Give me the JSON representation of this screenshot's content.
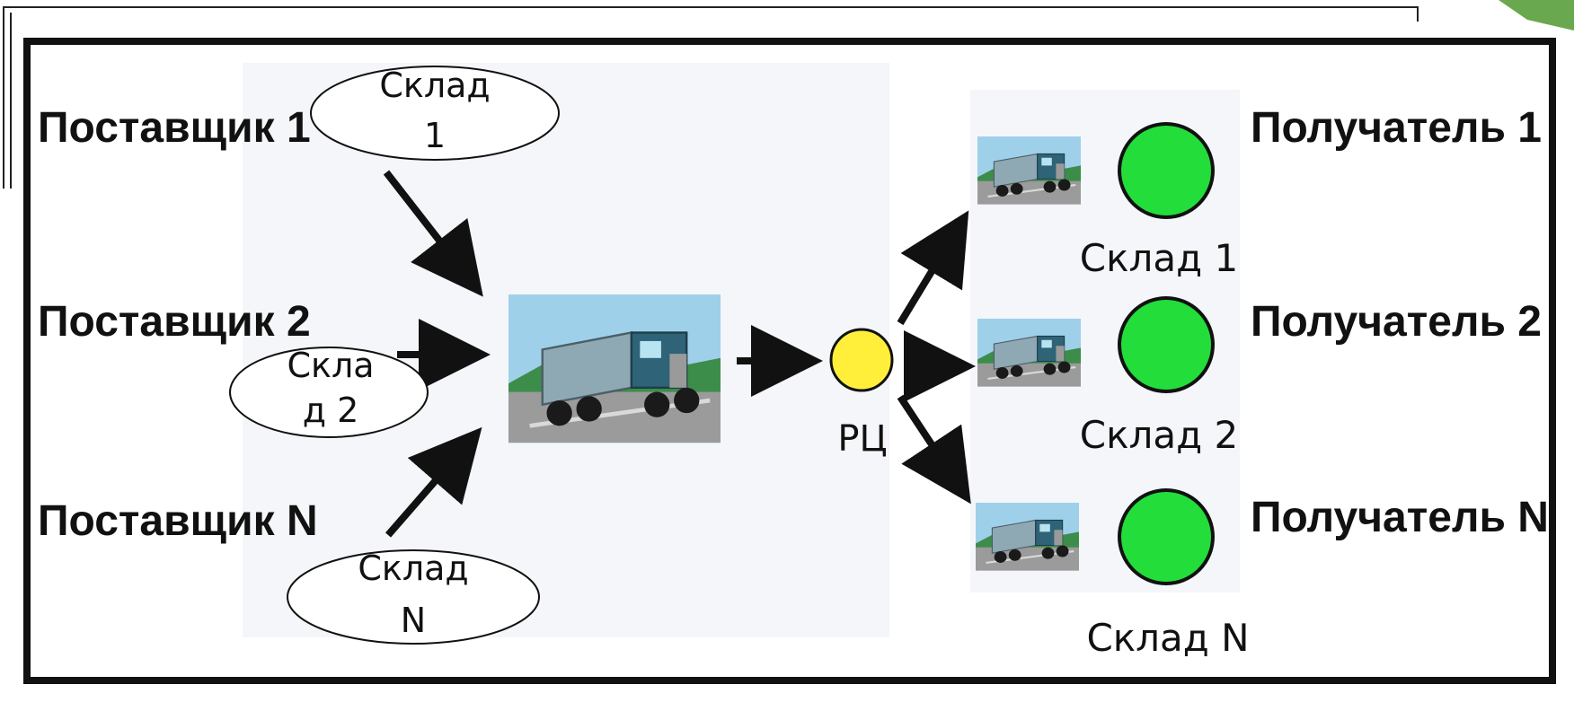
{
  "suppliers": [
    {
      "label": "Поставщик 1",
      "warehouse_lines": [
        "Склад",
        "1"
      ]
    },
    {
      "label": "Поставщик 2",
      "warehouse_lines": [
        "Скла",
        "д 2"
      ]
    },
    {
      "label": "Поставщик N",
      "warehouse_lines": [
        "Склад",
        "N"
      ]
    }
  ],
  "hub": {
    "label": "РЦ",
    "color": "#ffef3a"
  },
  "recipients": [
    {
      "label": "Получатель 1",
      "warehouse": "Склад 1"
    },
    {
      "label": "Получатель 2",
      "warehouse": "Склад 2"
    },
    {
      "label": "Получатель N",
      "warehouse": "Склад N"
    }
  ],
  "colors": {
    "recipient_circle": "#22dd3a",
    "accent_corner": "#6aa84f",
    "frame": "#111111"
  },
  "icons": {
    "main_vehicle": "truck-icon",
    "recipient_vehicle": "truck-icon"
  }
}
